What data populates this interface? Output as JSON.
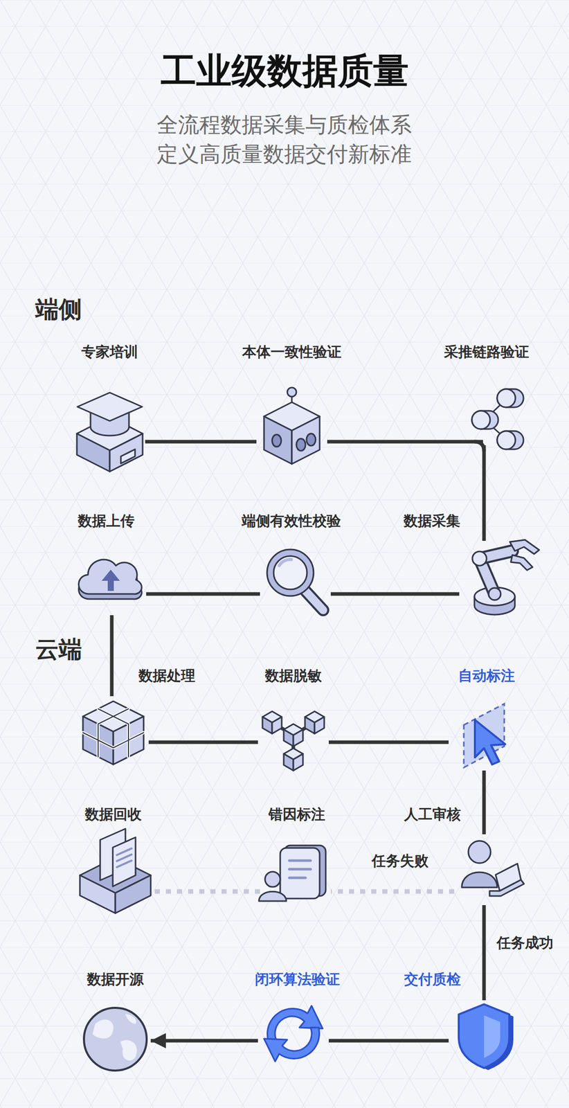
{
  "diagram": {
    "title": "工业级数据质量",
    "caption": "全流程数据采集与质检体系 定义高质量数据交付新标准",
    "nodes": [
      {
        "text": [
          "专家培训"
        ]
      },
      {
        "text": [
          "本体一致性验证"
        ]
      },
      {
        "text": [
          "采推链路验证"
        ]
      },
      {
        "text": [
          "数据上传"
        ]
      },
      {
        "text": [
          "端侧有效性校验"
        ]
      },
      {
        "text": [
          "数据采集"
        ]
      },
      {
        "text": [
          "数据处理"
        ]
      },
      {
        "text": [
          "数据脱敏"
        ]
      },
      {
        "text": [
          "自动标注"
        ]
      },
      {
        "text": [
          "数据回收"
        ]
      },
      {
        "text": [
          "错因标注"
        ]
      },
      {
        "text": [
          "人工审核"
        ]
      },
      {
        "text": [
          "数据开源"
        ]
      },
      {
        "text": [
          "闭环算法验证"
        ]
      },
      {
        "text": [
          "交付质检"
        ]
      }
    ],
    "edges": [
      {
        "from": 0,
        "to": 1,
        "arrow": "none"
      },
      {
        "from": 1,
        "to": 2,
        "arrow": "none"
      },
      {
        "from": 2,
        "to": 5,
        "arrow": "none"
      },
      {
        "from": 5,
        "to": 4,
        "arrow": "none"
      },
      {
        "from": 4,
        "to": 3,
        "arrow": "none"
      },
      {
        "from": 3,
        "to": 6,
        "arrow": "none"
      },
      {
        "from": 6,
        "to": 7,
        "arrow": "none"
      },
      {
        "from": 7,
        "to": 8,
        "arrow": "none"
      },
      {
        "from": 8,
        "to": 11,
        "arrow": "none"
      },
      {
        "from": 11,
        "to": 10,
        "label": "任务失败",
        "arrow": "none"
      },
      {
        "from": 10,
        "to": 9,
        "arrow": "none"
      },
      {
        "from": 11,
        "to": 14,
        "label": "任务成功",
        "arrow": "none"
      },
      {
        "from": 14,
        "to": 13,
        "arrow": "none"
      },
      {
        "from": 13,
        "to": 12,
        "arrow": "to"
      }
    ],
    "labels": [
      "端侧",
      "云端"
    ]
  }
}
